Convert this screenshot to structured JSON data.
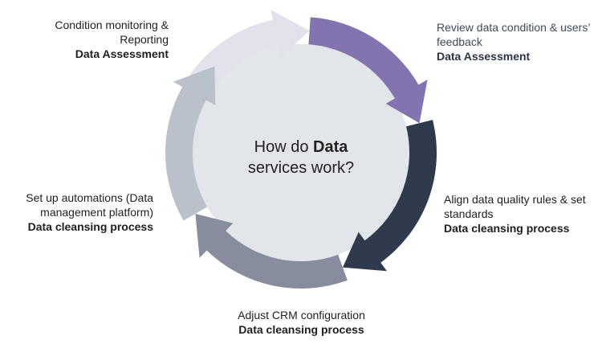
{
  "center": {
    "line1_prefix": "How do ",
    "line1_bold": "Data",
    "line2": "services work?"
  },
  "steps": [
    {
      "label": "Condition monitoring & Reporting",
      "category": "Data Assessment"
    },
    {
      "label": "Review data condition & users’ feedback",
      "category": "Data Assessment"
    },
    {
      "label": "Align data quality rules & set standards",
      "category": "Data cleansing process"
    },
    {
      "label": "Adjust CRM configuration",
      "category": "Data cleansing process"
    },
    {
      "label": "Set up automations (Data management platform)",
      "category": "Data cleansing process"
    }
  ],
  "colors": {
    "center_fill": "#e2e5ea",
    "segment_1": "#e1e2ec",
    "segment_2": "#8374b0",
    "segment_3": "#2f3a4c",
    "segment_4": "#878d9c",
    "segment_5": "#bbc1cb"
  }
}
